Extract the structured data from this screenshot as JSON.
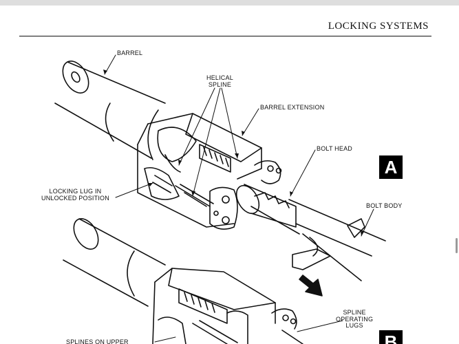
{
  "header": {
    "title": "LOCKING SYSTEMS"
  },
  "figure_a": {
    "badge": "A",
    "labels": {
      "barrel": "BARREL",
      "helical_spline": "HELICAL\nSPLINE",
      "barrel_extension": "BARREL EXTENSION",
      "bolt_head": "BOLT HEAD",
      "bolt_body": "BOLT BODY",
      "locking_lug": "LOCKING LUG IN\nUNLOCKED POSITION"
    }
  },
  "figure_b": {
    "badge": "B",
    "labels": {
      "spline_operating_lugs": "SPLINE\nOPERATING\nLUGS",
      "splines_on_upper": "SPLINES ON UPPER"
    }
  }
}
